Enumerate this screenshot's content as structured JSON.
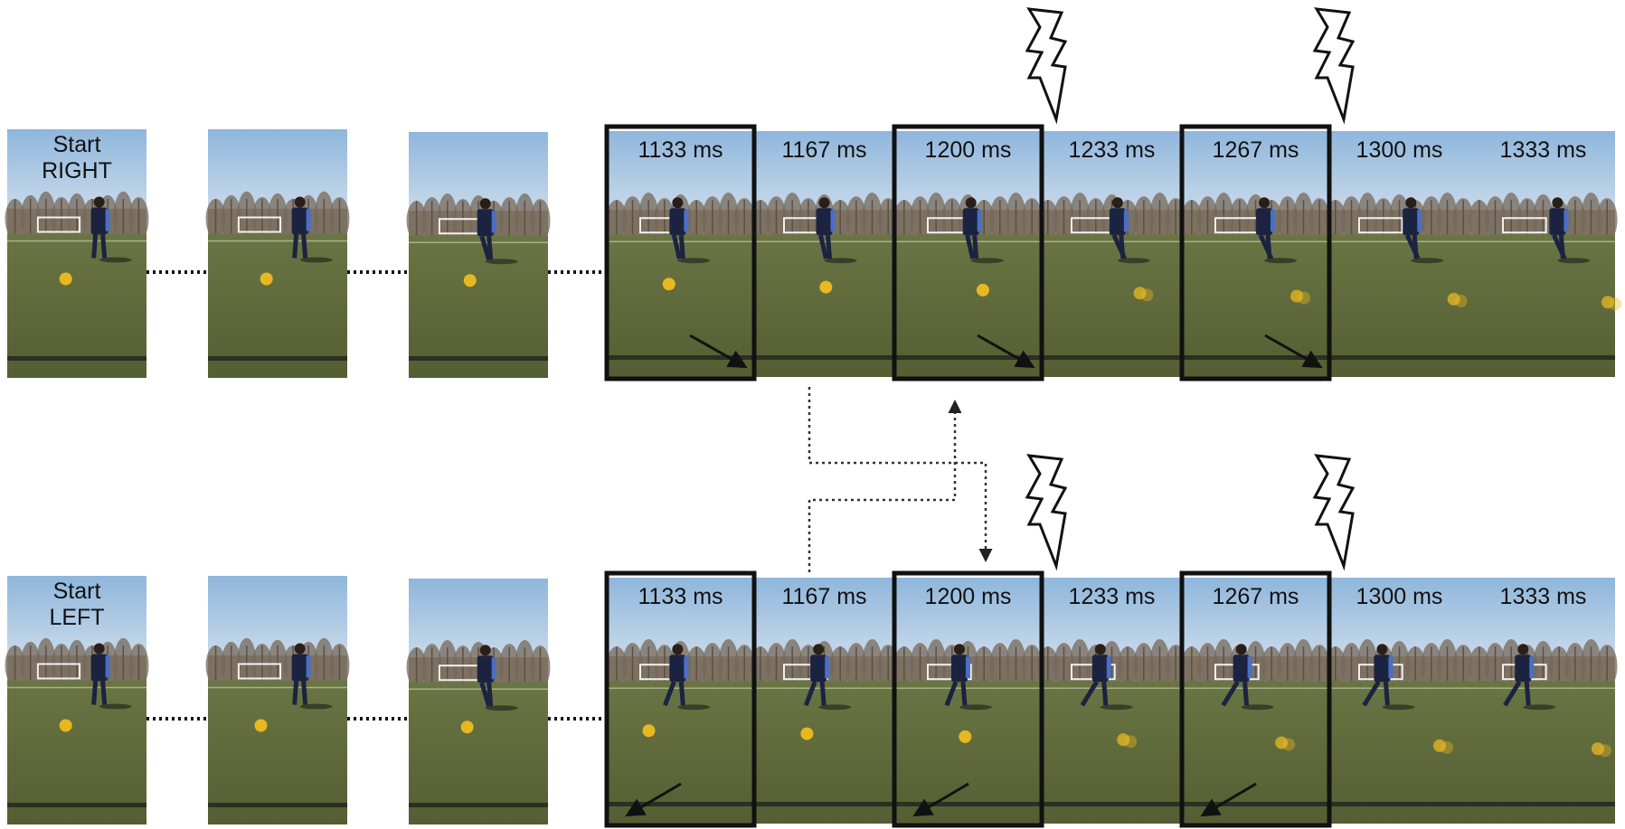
{
  "rows": [
    {
      "id": "right",
      "start_label_line1": "Start",
      "start_label_line2": "RIGHT",
      "kick_direction": "right",
      "time_labels": [
        "1133  ms",
        "1167 ms",
        "1200 ms",
        "1233 ms",
        "1267 ms",
        "1300 ms",
        "1333 ms"
      ],
      "highlighted_frames": [
        0,
        2,
        4
      ],
      "lightning_frames": [
        3,
        5
      ]
    },
    {
      "id": "left",
      "start_label_line1": "Start",
      "start_label_line2": "LEFT",
      "kick_direction": "left",
      "time_labels": [
        "1133  ms",
        "1167 ms",
        "1200 ms",
        "1233 ms",
        "1267 ms",
        "1300 ms",
        "1333 ms"
      ],
      "highlighted_frames": [
        0,
        2,
        4
      ],
      "lightning_frames": [
        3,
        5
      ]
    }
  ],
  "colors": {
    "sky_top": "#8fb6dc",
    "sky_bottom": "#d7e3ee",
    "trees": "#7a6b5c",
    "grass": "#5f6b3a",
    "ball": "#e8b820",
    "player": "#1c2340",
    "frame_border": "#111111"
  }
}
